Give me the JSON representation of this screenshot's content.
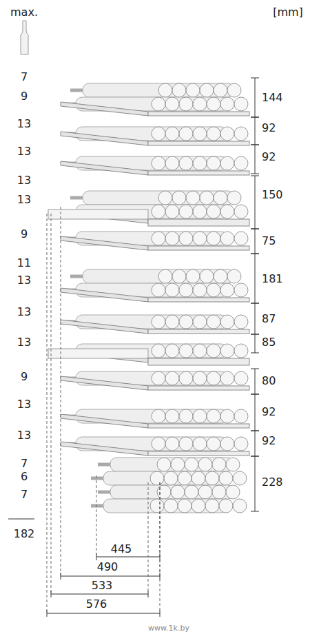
{
  "diagram": {
    "labels": [
      "max.",
      "[mm]",
      "7",
      "9",
      "13",
      "13",
      "13",
      "13",
      "9",
      "11",
      "13",
      "13",
      "13",
      "9",
      "13",
      "13",
      "7",
      "6",
      "7",
      "182",
      "144",
      "92",
      "92",
      "150",
      "75",
      "181",
      "87",
      "85",
      "80",
      "92",
      "92",
      "228",
      "445",
      "490",
      "533",
      "576",
      "www.1k.by"
    ]
  }
}
